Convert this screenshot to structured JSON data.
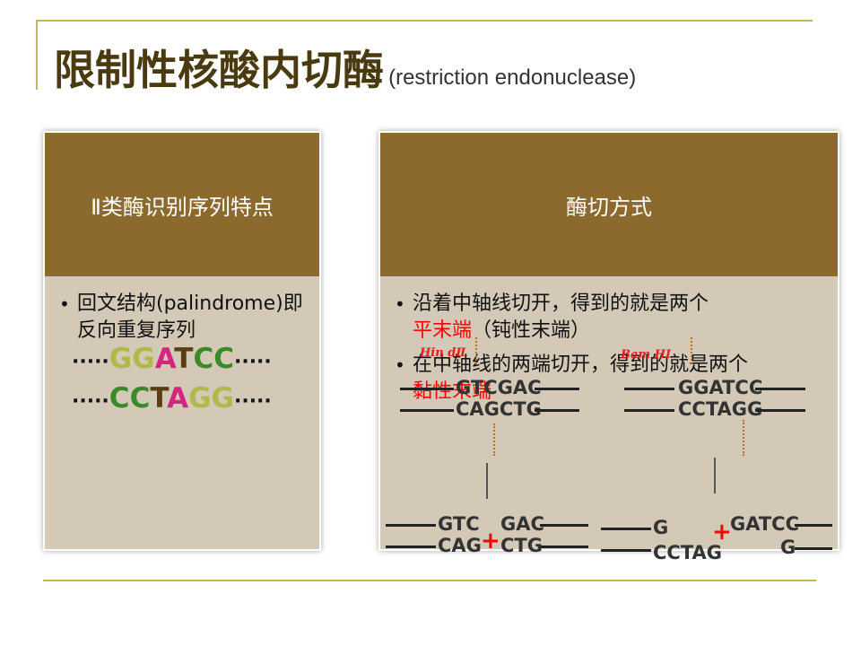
{
  "title": {
    "main": "限制性核酸内切酶",
    "sub": "(restriction endonuclease)"
  },
  "left_panel": {
    "header": "Ⅱ类酶识别序列特点",
    "bullet": "回文结构(palindrome)即反向重复序列",
    "seq_top": [
      "G",
      "G",
      "A",
      "T",
      "C",
      "C"
    ],
    "seq_bottom": [
      "C",
      "C",
      "T",
      "A",
      "G",
      "G"
    ],
    "dots": "·····"
  },
  "right_panel": {
    "header": "酶切方式",
    "bullet1_a": "沿着中轴线切开，得到的就是两个",
    "bullet1_b": "平末端",
    "bullet1_c": "（钝性末端）",
    "bullet2_a": "在中轴线的两端切开，得到的就是两个",
    "bullet2_b": "黏性末端",
    "enzyme1": "Hin dⅡ",
    "enzyme2": "Bam HⅠ",
    "site1_top": "GTCGAC",
    "site1_bottom": "CAGCTG",
    "site2_top": "GGATCC",
    "site2_bottom": "CCTAGG",
    "blunt_left_top": "GTC",
    "blunt_left_bottom": "CAG",
    "blunt_right_top": "GAC",
    "blunt_right_bottom": "CTG",
    "sticky_left_top": "G",
    "sticky_left_bottom": "CCTAG",
    "sticky_right_top": "GATCC",
    "sticky_right_bottom": "G",
    "plus": "+"
  },
  "colors": {
    "header_bg": "#8c6a2e",
    "panel_bg": "#d3c9b6",
    "accent_rule": "#c8b45a",
    "highlight": "#ff0000"
  }
}
